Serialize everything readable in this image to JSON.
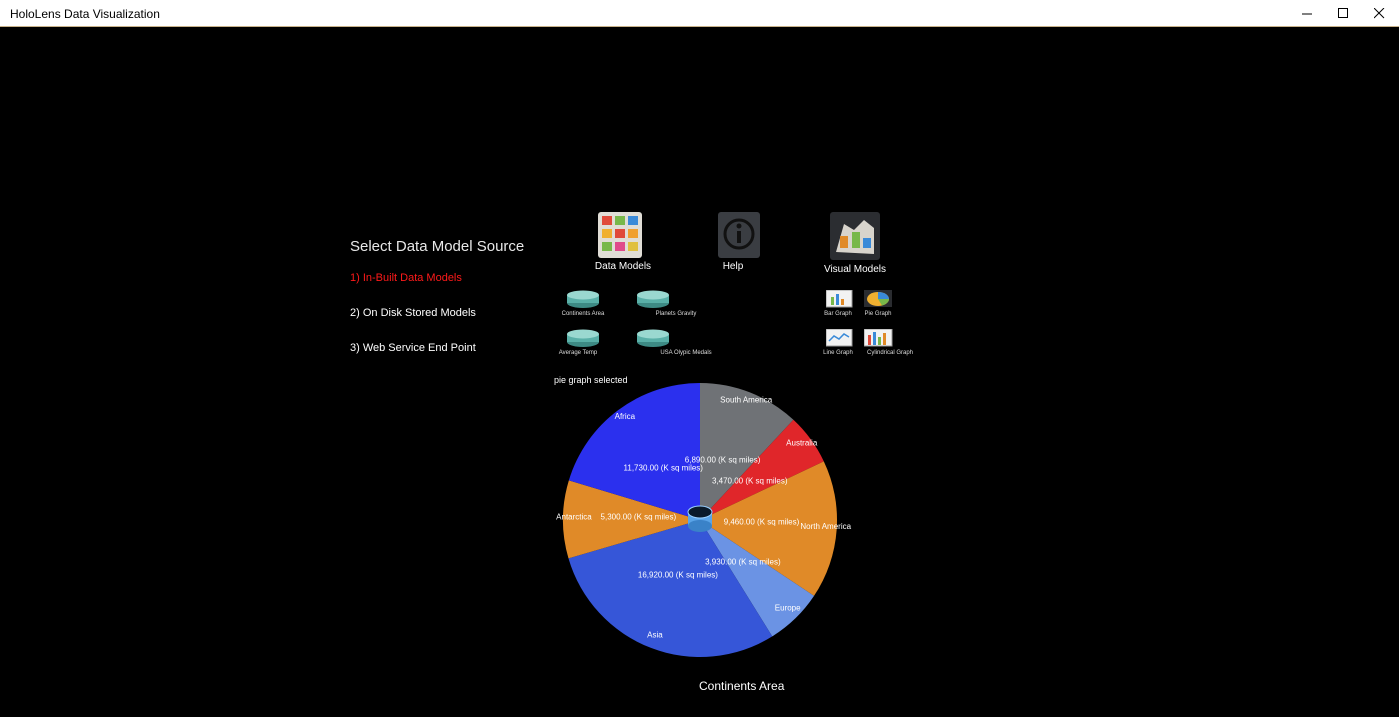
{
  "window": {
    "title": "HoloLens Data Visualization",
    "minimize_icon": "minimize-icon",
    "maximize_icon": "maximize-icon",
    "close_icon": "close-icon"
  },
  "panel": {
    "heading": "Select Data Model Source",
    "options": [
      {
        "label": "1) In-Built Data Models",
        "active": true
      },
      {
        "label": "2) On Disk Stored Models",
        "active": false
      },
      {
        "label": "3) Web Service End Point",
        "active": false
      }
    ],
    "top_icons": [
      {
        "label": "Data Models",
        "icon": "data-models-icon"
      },
      {
        "label": "Help",
        "icon": "help-icon"
      },
      {
        "label": "Visual Models",
        "icon": "visual-models-icon"
      }
    ],
    "datasets": [
      {
        "label": "Continents Area"
      },
      {
        "label": "Planets Gravity"
      },
      {
        "label": "Average Temp"
      },
      {
        "label": "USA Olypic Medals"
      }
    ],
    "graph_types": [
      {
        "label": "Bar Graph",
        "icon": "bar-graph-icon"
      },
      {
        "label": "Pie Graph",
        "icon": "pie-graph-icon"
      },
      {
        "label": "Line Graph",
        "icon": "line-graph-icon"
      },
      {
        "label": "Cylindrical Graph",
        "icon": "cylindrical-graph-icon"
      }
    ],
    "status": "pie graph selected"
  },
  "chart_data": {
    "type": "pie",
    "title": "Continents Area",
    "unit": "(K sq miles)",
    "slices": [
      {
        "name": "South America",
        "value": 6890,
        "value_label": "6,890.00 (K sq miles)",
        "color": "#6f7276"
      },
      {
        "name": "Australia",
        "value": 3470,
        "value_label": "3,470.00 (K sq miles)",
        "color": "#e0262a"
      },
      {
        "name": "North America",
        "value": 9460,
        "value_label": "9,460.00 (K sq miles)",
        "color": "#e08a28"
      },
      {
        "name": "Europe",
        "value": 3930,
        "value_label": "3,930.00 (K sq miles)",
        "color": "#6b93e4"
      },
      {
        "name": "Asia",
        "value": 16920,
        "value_label": "16,920.00 (K sq miles)",
        "color": "#3656d8"
      },
      {
        "name": "Antarctica",
        "value": 5300,
        "value_label": "5,300.00 (K sq miles)",
        "color": "#e08a28"
      },
      {
        "name": "Africa",
        "value": 11730,
        "value_label": "11,730.00 (K sq miles)",
        "color": "#2b30ee"
      }
    ]
  }
}
